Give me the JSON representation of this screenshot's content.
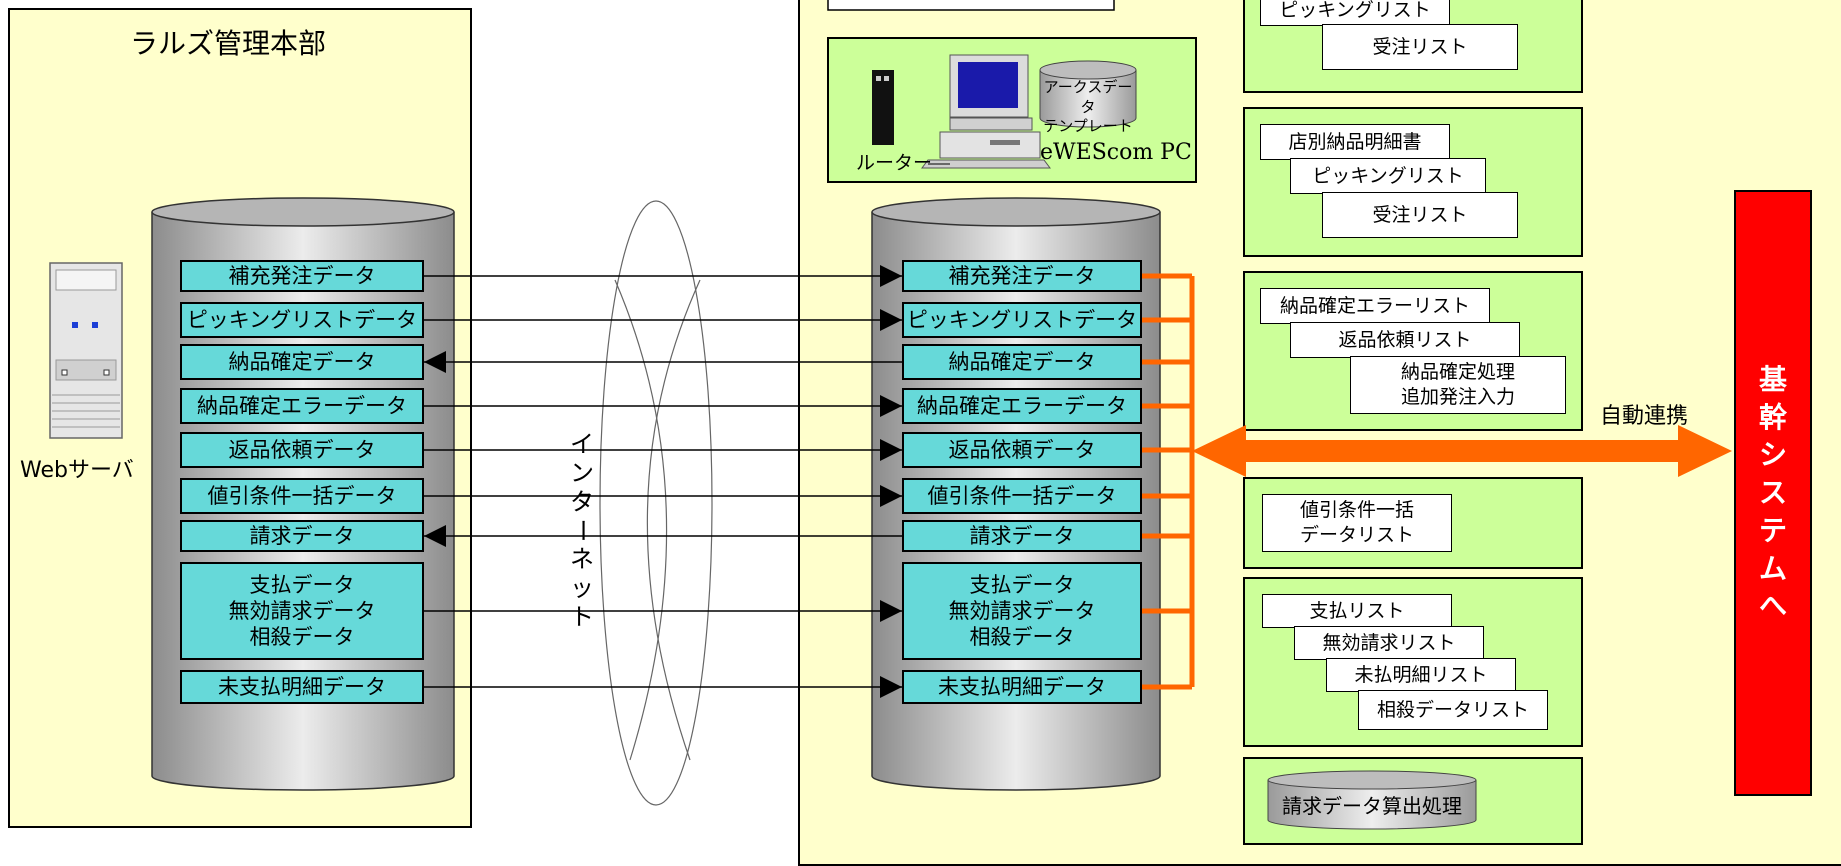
{
  "left_panel": {
    "title": "ラルズ管理本部",
    "server_label": "Webサーバ",
    "data_items": [
      "補充発注データ",
      "ピッキングリストデータ",
      "納品確定データ",
      "納品確定エラーデータ",
      "返品依頼データ",
      "値引条件一括データ",
      "請求データ",
      "支払データ\n無効請求データ\n相殺データ",
      "未支払明細データ"
    ]
  },
  "internet_label": "インターネット",
  "right_panel": {
    "router_label": "ルーター",
    "pc_label": "eWEScom PC",
    "template_label": "アークスデータ\nテンプレート",
    "data_items": [
      "補充発注データ",
      "ピッキングリストデータ",
      "納品確定データ",
      "納品確定エラーデータ",
      "返品依頼データ",
      "値引条件一括データ",
      "請求データ",
      "支払データ\n無効請求データ\n相殺データ",
      "未支払明細データ"
    ]
  },
  "flow_directions": [
    "right",
    "right",
    "left",
    "right",
    "right",
    "right",
    "left",
    "right",
    "right"
  ],
  "report_groups": {
    "group1": [
      "ピッキングリスト",
      "受注リスト"
    ],
    "group2": [
      "店別納品明細書",
      "ピッキングリスト",
      "受注リスト"
    ],
    "group3": [
      "納品確定エラーリスト",
      "返品依頼リスト",
      "納品確定処理\n追加発注入力"
    ],
    "group4": [
      "値引条件一括\nデータリスト"
    ],
    "group5": [
      "支払リスト",
      "無効請求リスト",
      "未払明細リスト",
      "相殺データリスト"
    ],
    "group6": [
      "請求データ算出処理"
    ]
  },
  "auto_link_label": "自動連携",
  "core_system_label": "基幹システムへ",
  "colors": {
    "accent_orange": "#ff6600",
    "core_red": "#ff0000",
    "pill_cyan": "#66d9d9",
    "report_green": "#ccff99",
    "panel_yellow": "#ffffcc"
  }
}
